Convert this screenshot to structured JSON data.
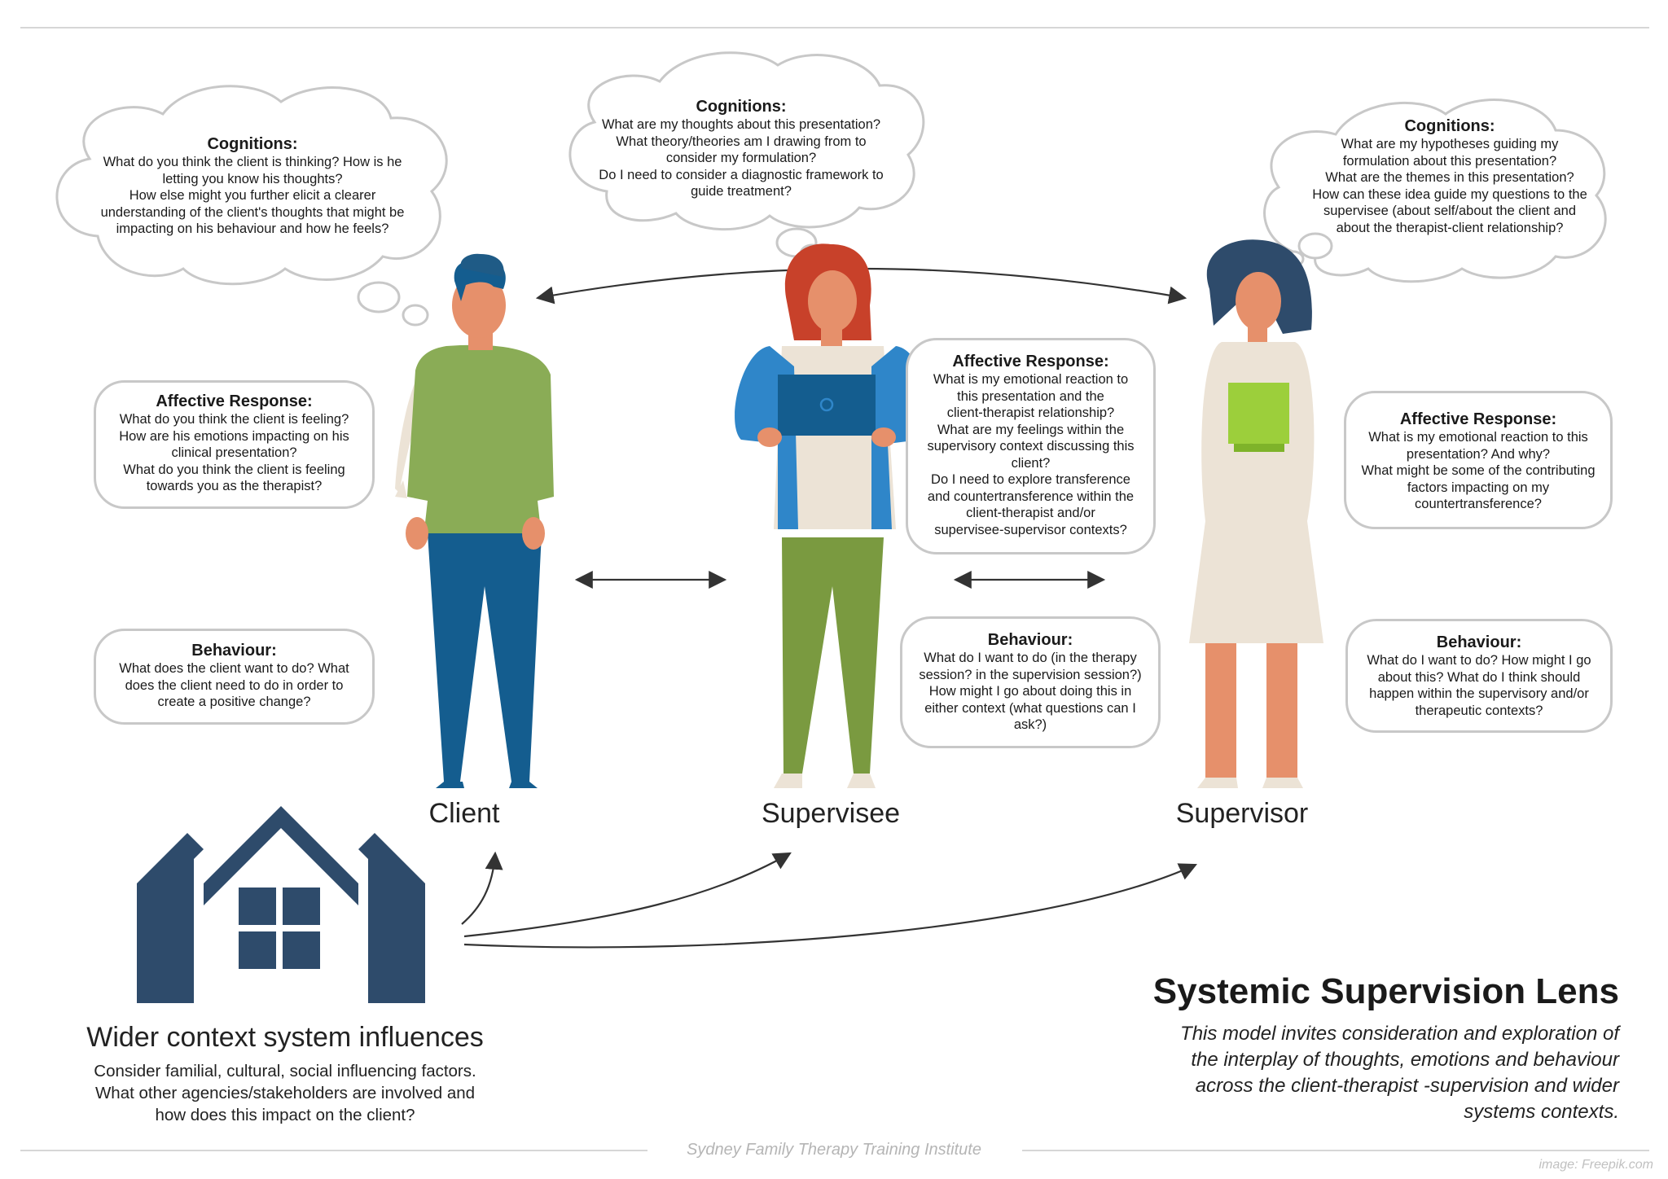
{
  "clouds": {
    "client": {
      "heading": "Cognitions:",
      "lines": [
        "What do you think the client is thinking? How is he",
        "letting you know his thoughts?",
        "How else might you further elicit a clearer",
        "understanding of the client's thoughts that might be",
        "impacting on his behaviour and how he feels?"
      ]
    },
    "supervisee": {
      "heading": "Cognitions:",
      "lines": [
        "What are my thoughts about this presentation?",
        "What theory/theories am I drawing from to",
        "consider my formulation?",
        "Do I need to consider a diagnostic framework to",
        "guide treatment?"
      ]
    },
    "supervisor": {
      "heading": "Cognitions:",
      "lines": [
        "What are my hypotheses guiding my",
        "formulation about this presentation?",
        "What are the themes in this presentation?",
        "How can these idea guide my questions to the",
        "supervisee (about self/about the client and",
        "about the therapist-client relationship?"
      ]
    }
  },
  "bubbles": {
    "client_affect": {
      "heading": "Affective Response:",
      "lines": [
        "What do you think the client is feeling?",
        "How are his emotions impacting on his",
        "clinical presentation?",
        "What do you think the client is feeling",
        "towards you as the therapist?"
      ]
    },
    "client_behaviour": {
      "heading": "Behaviour:",
      "lines": [
        "What does the client want to do? What",
        "does the client need to do in order to",
        "create a positive change?"
      ]
    },
    "supervisee_affect": {
      "heading": "Affective Response:",
      "lines": [
        "What is my emotional reaction  to",
        "this presentation and the",
        "client-therapist relationship?",
        "What are my feelings within the",
        "supervisory context discussing this",
        "client?",
        "Do I need to explore transference",
        "and countertransference within the",
        "client-therapist and/or",
        "supervisee-supervisor contexts?"
      ]
    },
    "supervisee_behaviour": {
      "heading": "Behaviour:",
      "lines": [
        "What do I want to do (in the therapy",
        "session? in the supervision session?)",
        "How might I go about doing this in",
        "either context (what questions can I",
        "ask?)"
      ]
    },
    "supervisor_affect": {
      "heading": "Affective Response:",
      "lines": [
        "What is my emotional reaction to this",
        "presentation? And why?",
        "What might be some of the contributing",
        "factors impacting on my",
        "countertransference?"
      ]
    },
    "supervisor_behaviour": {
      "heading": "Behaviour:",
      "lines": [
        "What do I want to do? How might I go",
        "about this? What do I think should",
        "happen within the supervisory and/or",
        "therapeutic contexts?"
      ]
    }
  },
  "labels": {
    "client": "Client",
    "supervisee": "Supervisee",
    "supervisor": "Supervisor"
  },
  "wider": {
    "title": "Wider context system influences",
    "lines": [
      "Consider familial, cultural, social influencing factors.",
      "What other agencies/stakeholders are involved and",
      "how does this impact on the client?"
    ]
  },
  "lens": {
    "title": "Systemic Supervision Lens",
    "lines": [
      "This model invites  consideration and exploration of",
      "the interplay of thoughts, emotions and behaviour",
      "across the client-therapist -supervision and wider",
      "systems contexts."
    ]
  },
  "footer": "Sydney Family Therapy Training Institute",
  "credit": "image: Freepik.com",
  "colors": {
    "house": "#2e4b6b",
    "client_shirt": "#8aac56",
    "client_pants": "#145d8f",
    "skin": "#e6906b",
    "supervisee_hair": "#c8412a",
    "supervisee_jacket": "#2f86c9",
    "supervisee_pants": "#7a9a40",
    "supervisor_hair": "#2e4b6b",
    "supervisor_dress": "#ece3d6",
    "folder": "#9ccf3b",
    "cloud_border": "#c8c8c8"
  }
}
